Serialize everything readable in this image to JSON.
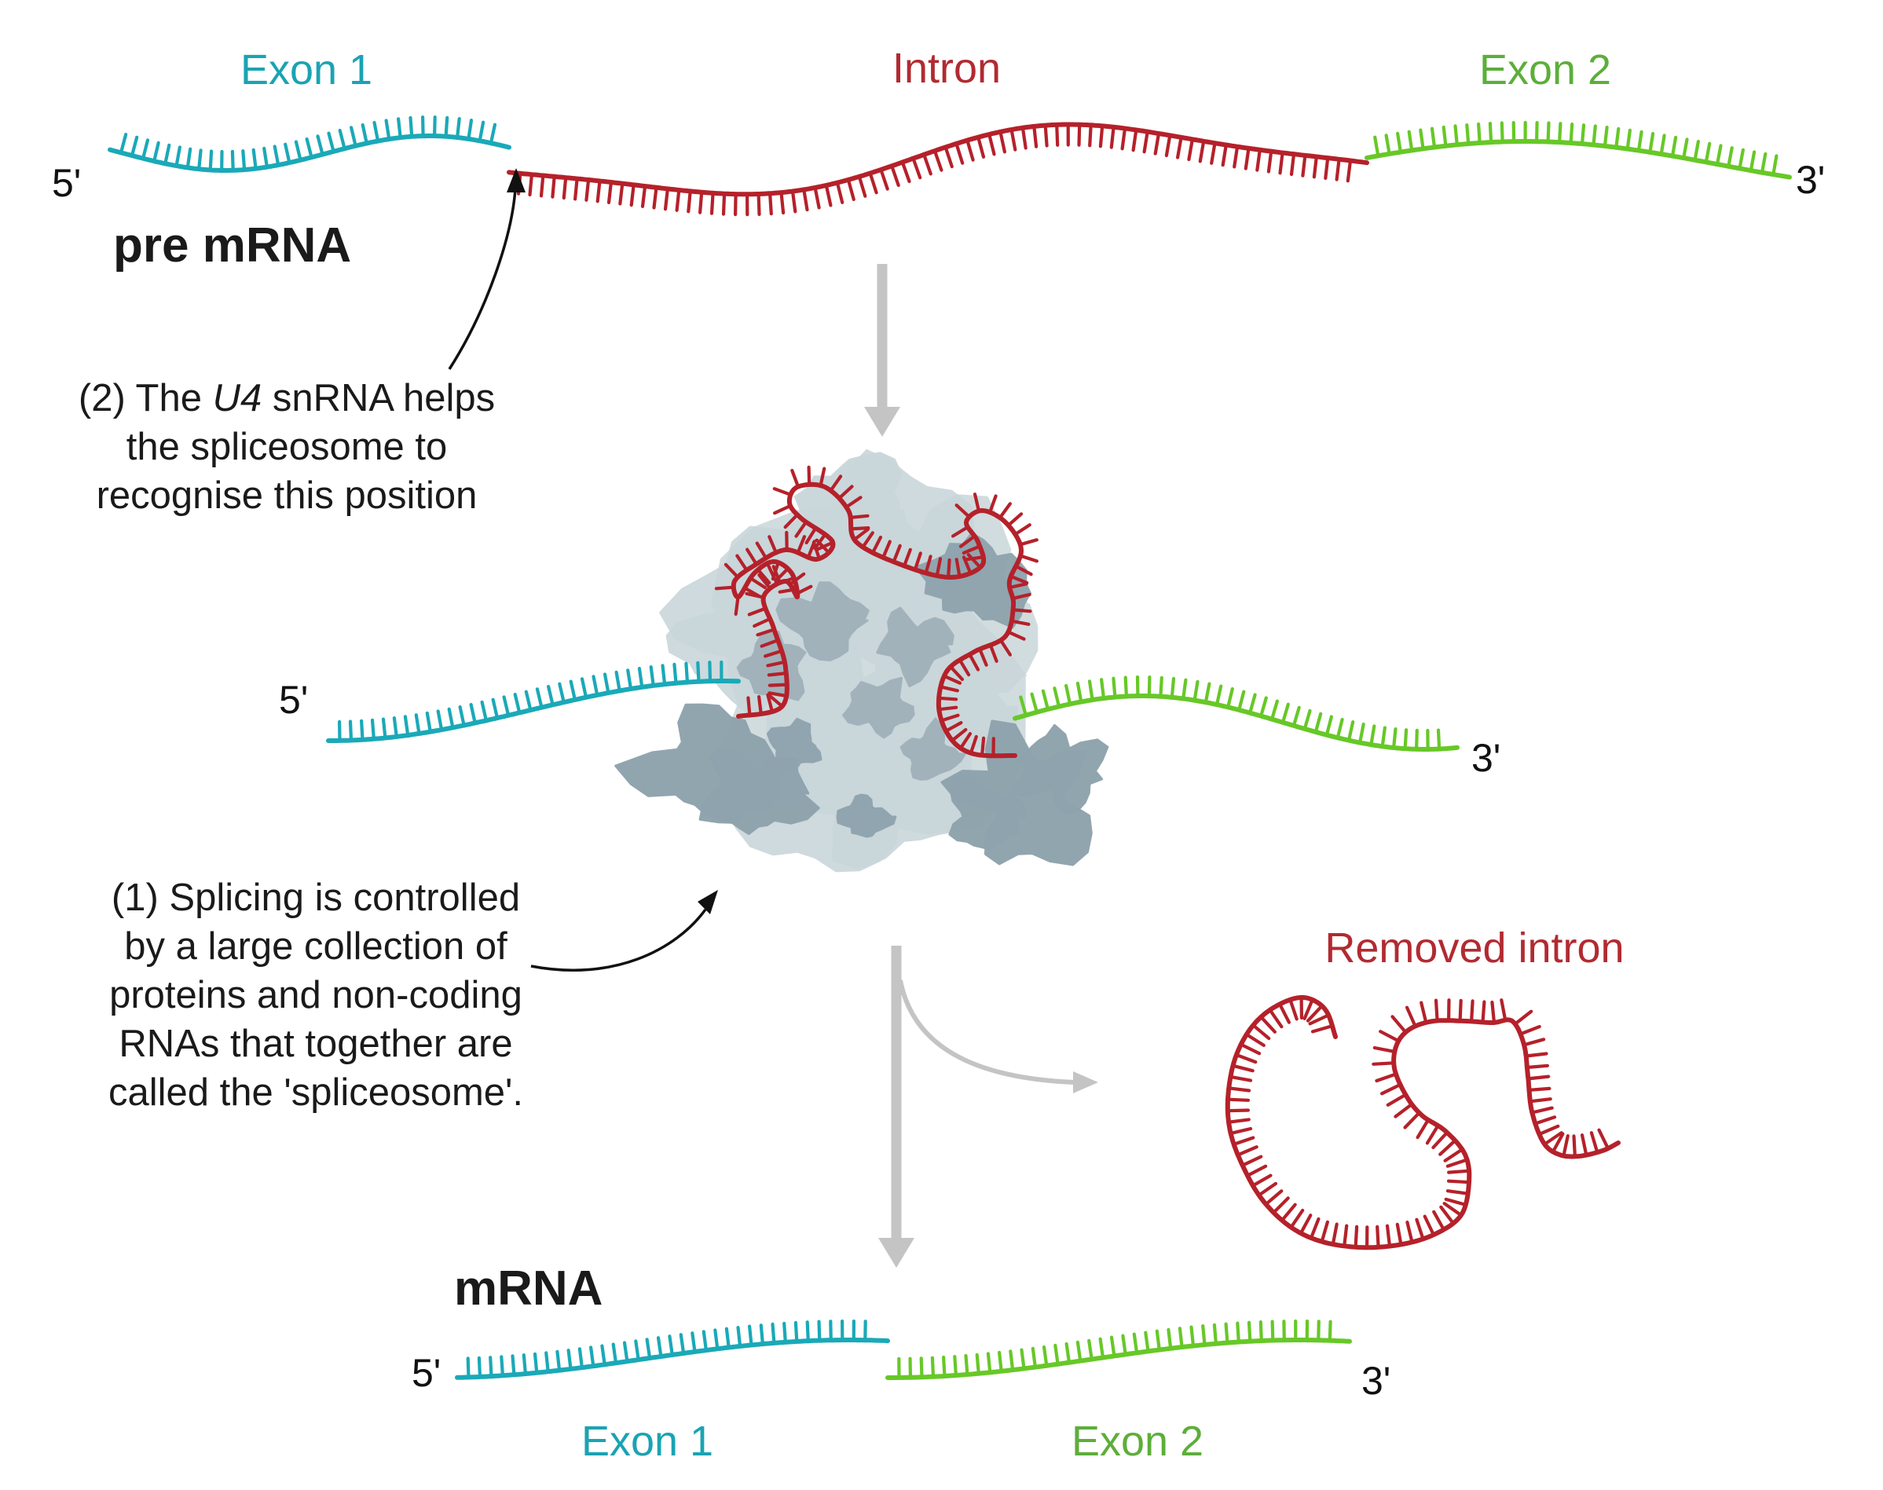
{
  "colors": {
    "exon1": "#1aa9b8",
    "intron": "#b5212a",
    "exon2": "#67c827",
    "exon1_text": "#1aa3b3",
    "intron_text": "#b22a31",
    "exon2_text": "#5dae3a",
    "arrow": "#c4c4c4",
    "protein_light": "#c9d6da",
    "protein_dark": "#8ea3ad"
  },
  "pre_mrna": {
    "title": "pre mRNA",
    "exon1_label": "Exon 1",
    "intron_label": "Intron",
    "exon2_label": "Exon 2",
    "five_prime": "5'",
    "three_prime": "3'"
  },
  "spliceosome": {
    "five_prime": "5'",
    "three_prime": "3'"
  },
  "removed_intron": {
    "label": "Removed intron"
  },
  "mrna": {
    "title": "mRNA",
    "exon1_label": "Exon 1",
    "exon2_label": "Exon 2",
    "five_prime": "5'",
    "three_prime": "3'"
  },
  "annotations": {
    "note2": {
      "line1_prefix": "(2) The ",
      "line1_italic": "U4",
      "line1_suffix": " snRNA helps",
      "line2": "the spliceosome to",
      "line3": "recognise this position"
    },
    "note1": {
      "line1": "(1) Splicing is controlled",
      "line2": "by a large collection of",
      "line3": "proteins and non-coding",
      "line4": "RNAs that together are",
      "line5": "called the 'spliceosome'."
    }
  }
}
